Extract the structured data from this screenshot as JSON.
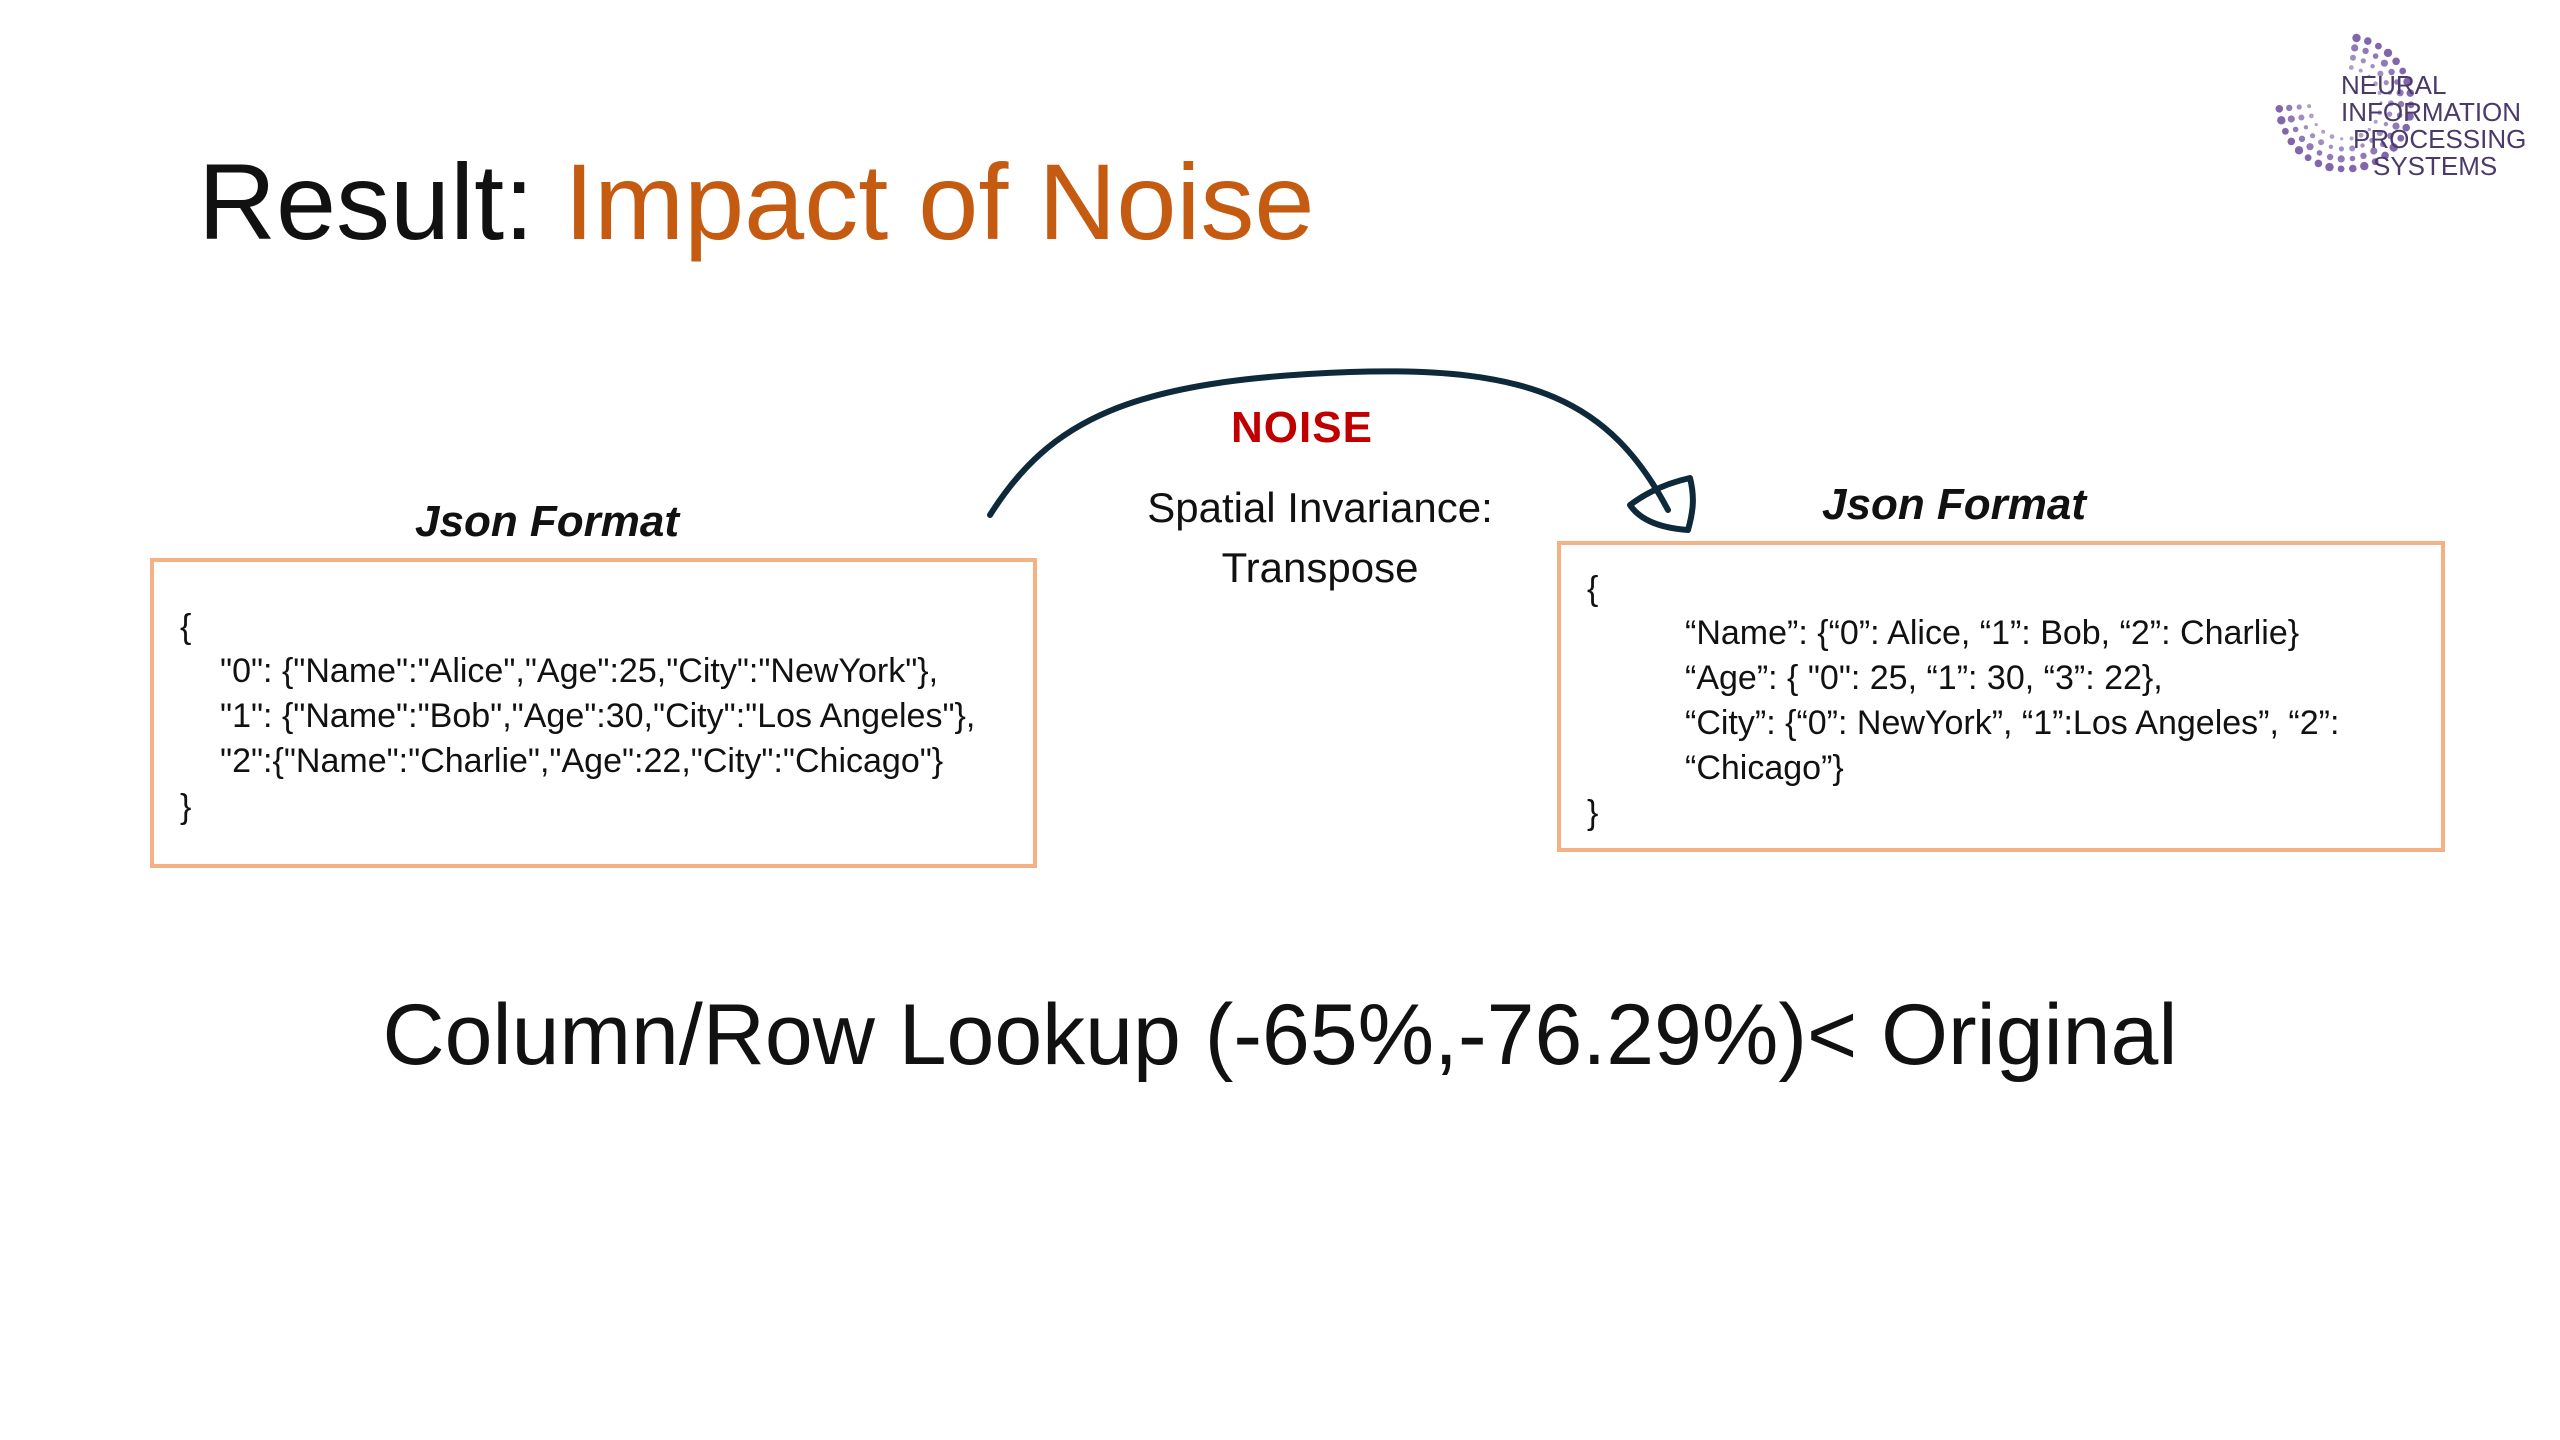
{
  "title": {
    "prefix": "Result: ",
    "accent": "Impact of Noise"
  },
  "logo": {
    "lines": [
      "NEURAL",
      "INFORMATION",
      "PROCESSING",
      "SYSTEMS"
    ],
    "color": "#7b5ea7"
  },
  "left_panel": {
    "label": "Json Format",
    "lines": [
      "{",
      "\"0\": {\"Name\":\"Alice\",\"Age\":25,\"City\":\"NewYork\"},",
      "\"1\": {\"Name\":\"Bob\",\"Age\":30,\"City\":\"Los Angeles\"},",
      "\"2\":{\"Name\":\"Charlie\",\"Age\":22,\"City\":\"Chicago\"}",
      "}"
    ]
  },
  "right_panel": {
    "label": "Json Format",
    "lines": [
      "{",
      "“Name”: {“0”: Alice, “1”: Bob, “2”: Charlie}",
      "“Age”: { \"0\": 25, “1”: 30, “3”: 22},",
      "“City”: {“0”: NewYork”, “1”:Los Angeles”, “2”:",
      "“Chicago”}",
      "}"
    ]
  },
  "transform": {
    "noise_label": "NOISE",
    "line1": "Spatial Invariance:",
    "line2": "Transpose"
  },
  "result": "Column/Row Lookup (-65%,-76.29%)< Original",
  "colors": {
    "accent": "#c55a11",
    "noise": "#c00000",
    "box_border": "#f4b183",
    "arrow": "#0e2a3a"
  }
}
